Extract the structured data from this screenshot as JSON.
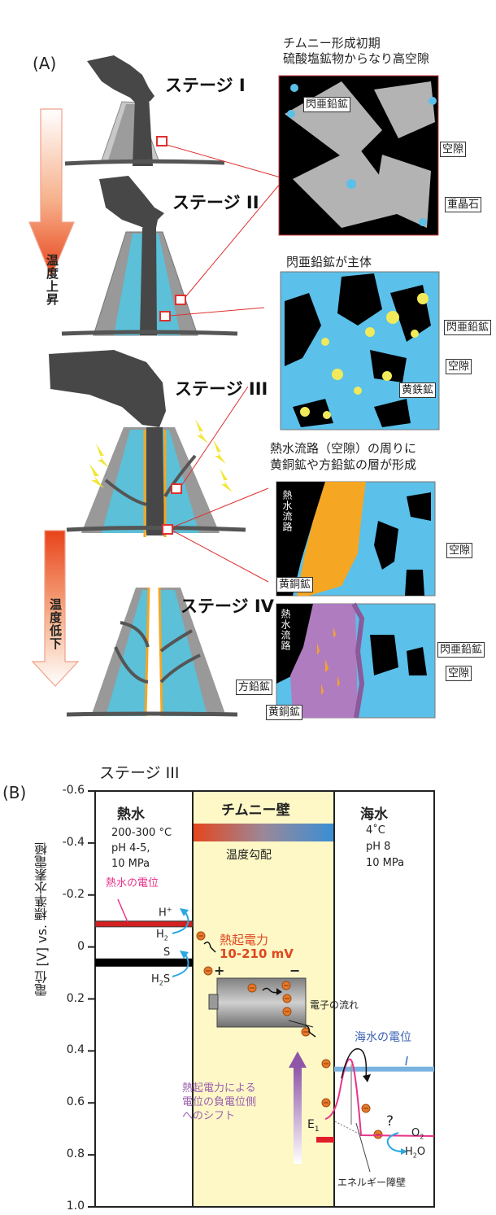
{
  "panel_a": {
    "label": "(A)",
    "arrow_up_label": "温度上昇",
    "arrow_down_label": "温度低下",
    "stages": [
      {
        "label": "ステージ I"
      },
      {
        "label": "ステージ II"
      },
      {
        "label": "ステージ III"
      },
      {
        "label": "ステージ IV"
      }
    ],
    "insets": [
      {
        "caption_line1": "チムニー形成初期",
        "caption_line2": "硫酸塩鉱物からなり高空隙",
        "callouts": [
          "閃亜鉛鉱",
          "空隙",
          "重晶石"
        ]
      },
      {
        "caption_line1": "閃亜鉛鉱が主体",
        "callouts": [
          "閃亜鉛鉱",
          "空隙",
          "黄鉄鉱"
        ]
      },
      {
        "caption_line1": "熱水流路（空隙）の周りに",
        "caption_line2": "黄銅鉱や方鉛鉱の層が形成",
        "side_label": "熱水流路",
        "callouts": [
          "空隙",
          "黄銅鉱"
        ]
      },
      {
        "side_label": "熱水流路",
        "callouts": [
          "閃亜鉛鉱",
          "空隙",
          "方鉛鉱",
          "黄銅鉱"
        ]
      }
    ],
    "colors": {
      "chimney_dark": "#474747",
      "sphalerite_blue": "#5bc0e0",
      "chalcopyrite_orange": "#f5a623",
      "galena_purple": "#b07cc0",
      "pyrite_yellow": "#f0ea5a",
      "barite_gray": "#b3b3b3",
      "pointer_red": "#e03030"
    }
  },
  "panel_b": {
    "label": "(B)",
    "title": "ステージ III",
    "y_axis_title": "電位 [V] vs. 標準水素電極",
    "y_ticks": [
      "-0.6",
      "-0.4",
      "-0.2",
      "0",
      "0.2",
      "0.4",
      "0.6",
      "0.8",
      "1.0"
    ],
    "columns": {
      "hydrothermal": {
        "title": "熱水",
        "temp": "200-300 °C",
        "ph": "pH 4-5,",
        "pressure": "10 MPa",
        "potential_label": "熱水の電位"
      },
      "chimney_wall": {
        "title": "チムニー壁",
        "gradient_label": "温度勾配",
        "thermo_label": "熱起電力",
        "thermo_value": "10-210 mV",
        "plus": "+",
        "minus": "−",
        "electron_flow": "電子の流れ",
        "shift_line1": "熱起電力による",
        "shift_line2": "電位の負電位側",
        "shift_line3": "へのシフト",
        "e1_label": "E",
        "e1_sub": "1"
      },
      "seawater": {
        "title": "海水",
        "temp": "4˚C",
        "ph": "pH 8",
        "pressure": "10 MPa",
        "potential_label": "海水の電位",
        "question": "?",
        "o2": "O",
        "o2_sub": "2",
        "h2o_pre": "H",
        "h2o_sub": "2",
        "h2o_post": "O",
        "barrier_label": "エネルギー障壁"
      }
    },
    "reactions": {
      "h_plus": "H",
      "h_plus_sup": "+",
      "h2": "H",
      "h2_sub": "2",
      "s": "S",
      "h2s_pre": "H",
      "h2s_sub": "2",
      "h2s_post": "S"
    },
    "levels_V": {
      "hydrothermal_H2": -0.09,
      "hydrothermal_H2S": 0.06,
      "seawater": 0.47,
      "E1": 0.74
    },
    "y_range_V": [
      -0.6,
      1.0
    ],
    "colors": {
      "wall_bg": "#fdf8c6",
      "hot": "#e5461e",
      "cold": "#3a8ed4",
      "hydro_line": "#d42020",
      "seawater_line": "#7ab3e0",
      "energy_curve": "#e8338a",
      "electron": "#e8792a",
      "shift_arrow": "#9b5fb0",
      "thermo_text": "#e0461e"
    }
  }
}
